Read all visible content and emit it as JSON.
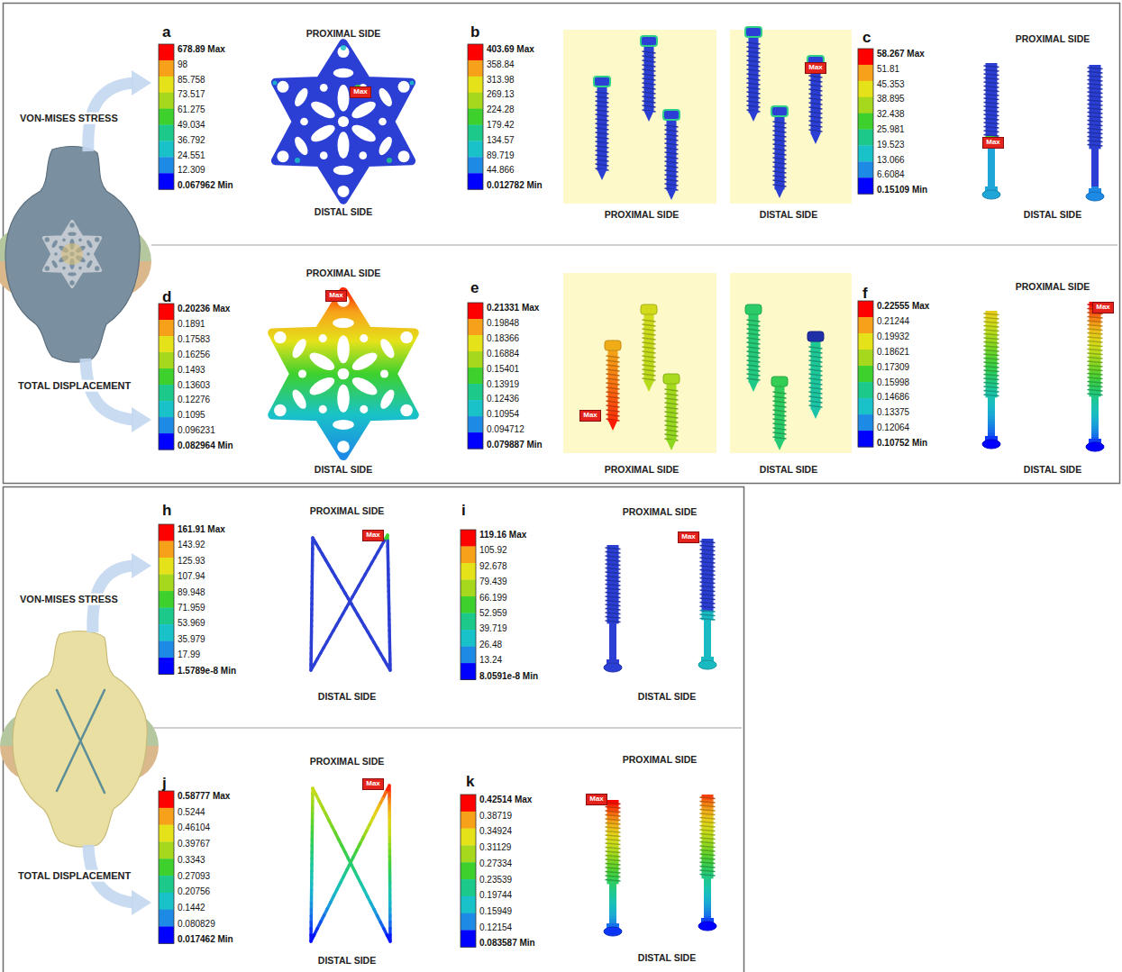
{
  "diagram": {
    "nodes": [
      {
        "text": [
          "Max"
        ]
      },
      {
        "text": [
          "Max"
        ]
      },
      {
        "text": [
          "Max"
        ]
      },
      {
        "text": [
          "Max"
        ]
      },
      {
        "text": [
          "Max"
        ]
      },
      {
        "text": [
          "Max"
        ]
      },
      {
        "text": [
          "Max"
        ]
      },
      {
        "text": [
          "Max"
        ]
      },
      {
        "text": [
          "Max"
        ]
      },
      {
        "text": [
          "Max"
        ]
      }
    ],
    "labels": [
      "VON-MISES STRESS",
      "TOTAL DISPLACEMENT",
      "a",
      "678.89 Max",
      "98",
      "85.758",
      "73.517",
      "61.275",
      "49.034",
      "36.792",
      "24.551",
      "12.309",
      "0.067962 Min",
      "PROXIMAL SIDE",
      "DISTAL SIDE",
      "b",
      "403.69 Max",
      "358.84",
      "313.98",
      "269.13",
      "224.28",
      "179.42",
      "134.57",
      "89.719",
      "44.866",
      "0.012782 Min",
      "PROXIMAL SIDE",
      "DISTAL SIDE",
      "c",
      "58.267 Max",
      "51.81",
      "45.353",
      "38.895",
      "32.438",
      "25.981",
      "19.523",
      "13.066",
      "6.6084",
      "0.15109 Min",
      "PROXIMAL SIDE",
      "DISTAL SIDE",
      "d",
      "0.20236 Max",
      "0.1891",
      "0.17583",
      "0.16256",
      "0.1493",
      "0.13603",
      "0.12276",
      "0.1095",
      "0.096231",
      "0.082964 Min",
      "PROXIMAL SIDE",
      "DISTAL SIDE",
      "e",
      "0.21331 Max",
      "0.19848",
      "0.18366",
      "0.16884",
      "0.15401",
      "0.13919",
      "0.12436",
      "0.10954",
      "0.094712",
      "0.079887 Min",
      "PROXIMAL SIDE",
      "DISTAL SIDE",
      "f",
      "0.22555 Max",
      "0.21244",
      "0.19932",
      "0.18621",
      "0.17309",
      "0.15998",
      "0.14686",
      "0.13375",
      "0.12064",
      "0.10752 Min",
      "PROXIMAL SIDE",
      "DISTAL SIDE",
      "VON-MISES STRESS",
      "TOTAL DISPLACEMENT",
      "h",
      "161.91 Max",
      "143.92",
      "125.93",
      "107.94",
      "89.948",
      "71.959",
      "53.969",
      "35.979",
      "17.99",
      "1.5789e-8 Min",
      "PROXIMAL SIDE",
      "DISTAL SIDE",
      "i",
      "119.16 Max",
      "105.92",
      "92.678",
      "79.439",
      "66.199",
      "52.959",
      "39.719",
      "26.48",
      "13.24",
      "8.0591e-8 Min",
      "PROXIMAL SIDE",
      "DISTAL SIDE",
      "j",
      "0.58777 Max",
      "0.5244",
      "0.46104",
      "0.39767",
      "0.3343",
      "0.27093",
      "0.20756",
      "0.1442",
      "0.080829",
      "0.017462 Min",
      "PROXIMAL SIDE",
      "DISTAL SIDE",
      "k",
      "0.42514 Max",
      "0.38719",
      "0.34924",
      "0.31129",
      "0.27334",
      "0.23539",
      "0.19744",
      "0.15949",
      "0.12154",
      "0.083587 Min",
      "PROXIMAL SIDE",
      "DISTAL SIDE"
    ]
  }
}
